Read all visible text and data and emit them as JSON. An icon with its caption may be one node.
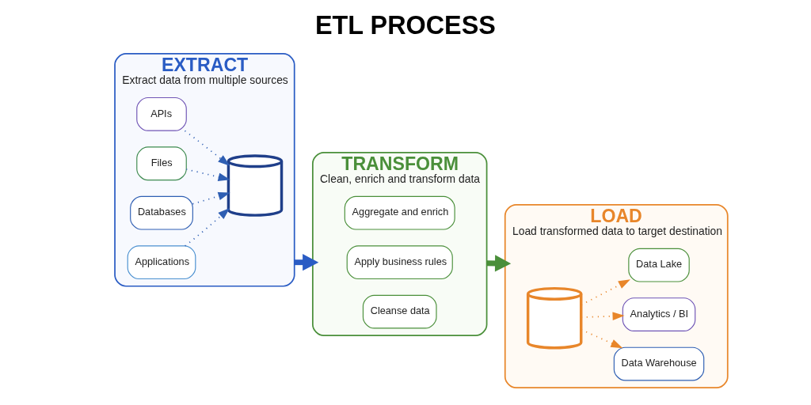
{
  "diagram": {
    "title": "ETL PROCESS",
    "nodes": [
      {
        "text": [
          "EXTRACT",
          "Extract data from multiple sources"
        ]
      },
      {
        "text": [
          "Databases"
        ],
        "in": 0
      },
      {
        "text": [
          "Files"
        ],
        "in": 0
      },
      {
        "text": [
          "Applications"
        ],
        "in": 0
      },
      {
        "text": [
          "APIs"
        ],
        "in": 0
      },
      {
        "text": [],
        "shape": "cylinder",
        "in": 0
      },
      {
        "text": [
          "TRANSFORM",
          "Clean, enrich and transform data"
        ]
      },
      {
        "text": [
          "Cleanse data"
        ],
        "in": 6
      },
      {
        "text": [
          "Apply business rules"
        ],
        "in": 6
      },
      {
        "text": [
          "Aggregate and enrich"
        ],
        "in": 6
      },
      {
        "text": [
          "LOAD",
          "Load transformed data to target destination"
        ]
      },
      {
        "text": [],
        "shape": "cylinder",
        "in": 10
      },
      {
        "text": [
          "Data Warehouse"
        ],
        "in": 10
      },
      {
        "text": [
          "Data Lake"
        ],
        "in": 10
      },
      {
        "text": [
          "Analytics / BI"
        ],
        "in": 10
      }
    ],
    "edges": [
      {
        "from": 1,
        "to": 5,
        "arrow": "to",
        "style": "dashed",
        "color": "#2f5fb3"
      },
      {
        "from": 2,
        "to": 5,
        "arrow": "to",
        "style": "dashed",
        "color": "#2f5fb3"
      },
      {
        "from": 3,
        "to": 5,
        "arrow": "to",
        "style": "dashed",
        "color": "#2f5fb3"
      },
      {
        "from": 4,
        "to": 5,
        "arrow": "to",
        "style": "dashed",
        "color": "#2f5fb3"
      },
      {
        "from": 0,
        "to": 6,
        "arrow": "to",
        "style": "thick",
        "color": "#2a5cc4"
      },
      {
        "from": 6,
        "to": 10,
        "arrow": "to",
        "style": "thick",
        "color": "#4a8f3a"
      },
      {
        "from": 11,
        "to": 12,
        "arrow": "to",
        "style": "dashed",
        "color": "#e8862a"
      },
      {
        "from": 11,
        "to": 13,
        "arrow": "to",
        "style": "dashed",
        "color": "#e8862a"
      },
      {
        "from": 11,
        "to": 14,
        "arrow": "to",
        "style": "dashed",
        "color": "#e8862a"
      }
    ]
  }
}
